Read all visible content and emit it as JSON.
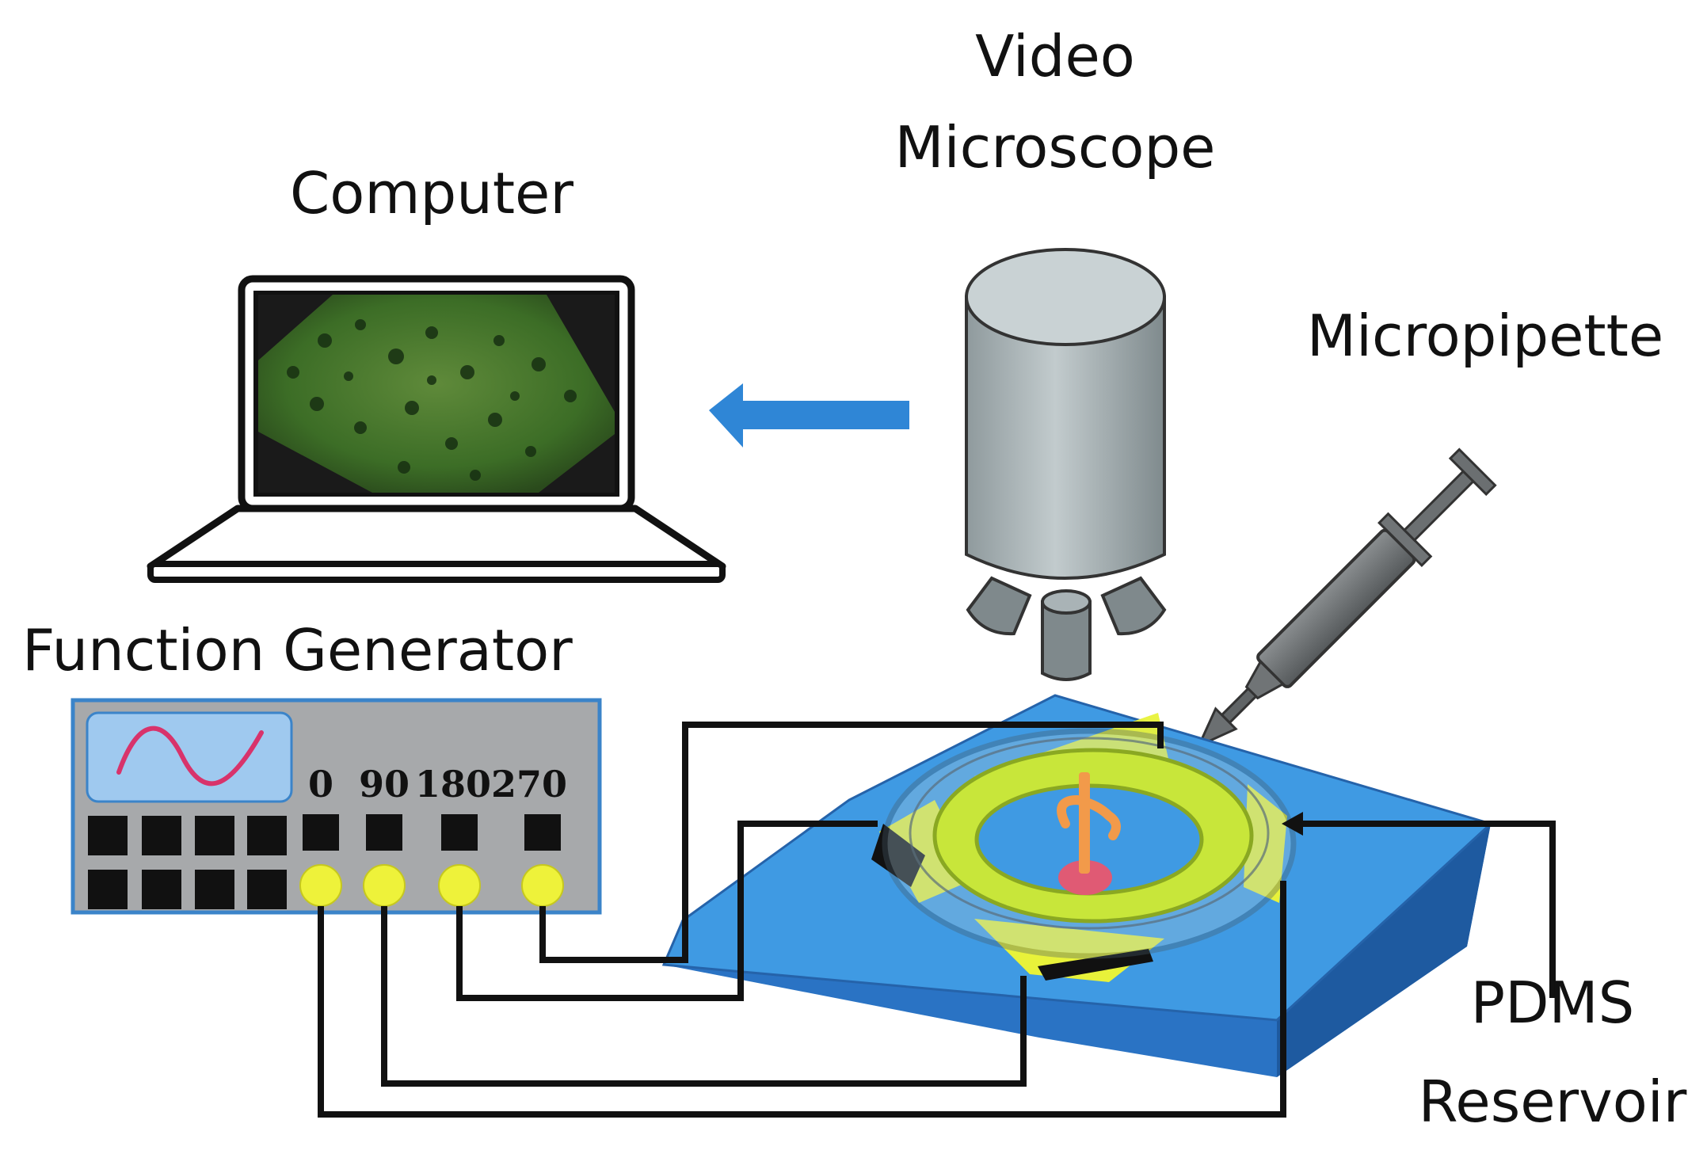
{
  "labels": {
    "video_microscope_line1": "Video",
    "video_microscope_line2": "Microscope",
    "computer": "Computer",
    "micropipette": "Micropipette",
    "function_generator": "Function Generator",
    "pdms_line1": "PDMS",
    "pdms_line2": "Reservoir"
  },
  "phases": [
    "0",
    "90",
    "180",
    "270"
  ],
  "colors": {
    "arrow": "#2f86d6",
    "pdms_top": "#3f9ae3",
    "pdms_side": "#2a73c4",
    "electrode": "#e8f23a",
    "ring": "#c8e63a",
    "generator_bg": "#a7a9ab",
    "generator_border": "#3b84c9",
    "screen_panel": "#9fc9ef",
    "sine": "#d8336b",
    "connector": "#eef23a",
    "microscope": "#a9b3b6",
    "syringe": "#6a6e70",
    "sample_disk": "#e05a74",
    "sample_stem": "#f29a4a",
    "wire": "#111111"
  },
  "icons": [
    "laptop-icon",
    "microscope-icon",
    "syringe-icon",
    "sine-wave-icon",
    "arrow-left-icon"
  ]
}
